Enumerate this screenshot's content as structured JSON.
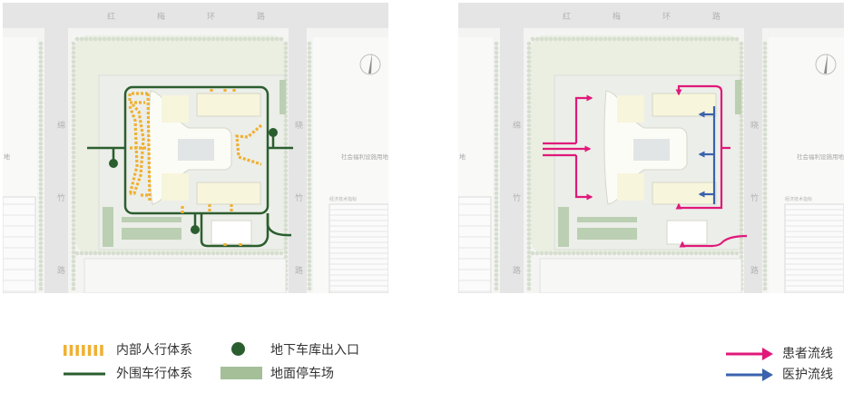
{
  "panels": [
    {
      "id": "left",
      "title_roads": {
        "top": [
          "红",
          "梅",
          "环",
          "路"
        ],
        "left": [
          "绵",
          "竹",
          "路"
        ],
        "right": [
          "晓",
          "竹",
          "路"
        ]
      },
      "land_use": "社会福利设施用地",
      "land_use_left": "地",
      "table_title": "经济技术指标"
    },
    {
      "id": "right",
      "title_roads": {
        "top": [
          "红",
          "梅",
          "环",
          "路"
        ],
        "left": [
          "绵",
          "竹",
          "路"
        ],
        "right": [
          "晓",
          "竹",
          "路"
        ]
      },
      "land_use": "社会福利设施用地",
      "land_use_left": "地",
      "table_title": "经济技术指标"
    }
  ],
  "legend_left": {
    "pedestrian": "内部人行体系",
    "vehicle": "外围车行体系",
    "garage_entrance": "地下车库出入口",
    "surface_parking": "地面停车场"
  },
  "legend_right": {
    "patient_flow": "患者流线",
    "medical_flow": "医护流线"
  },
  "colors": {
    "pedestrian": "#f0b030",
    "vehicle": "#2b5e2f",
    "parking": "#a5bf98",
    "patient": "#e0197a",
    "medical": "#3a62ad",
    "road": "#dcdcdc",
    "green": "#e3ead9"
  }
}
